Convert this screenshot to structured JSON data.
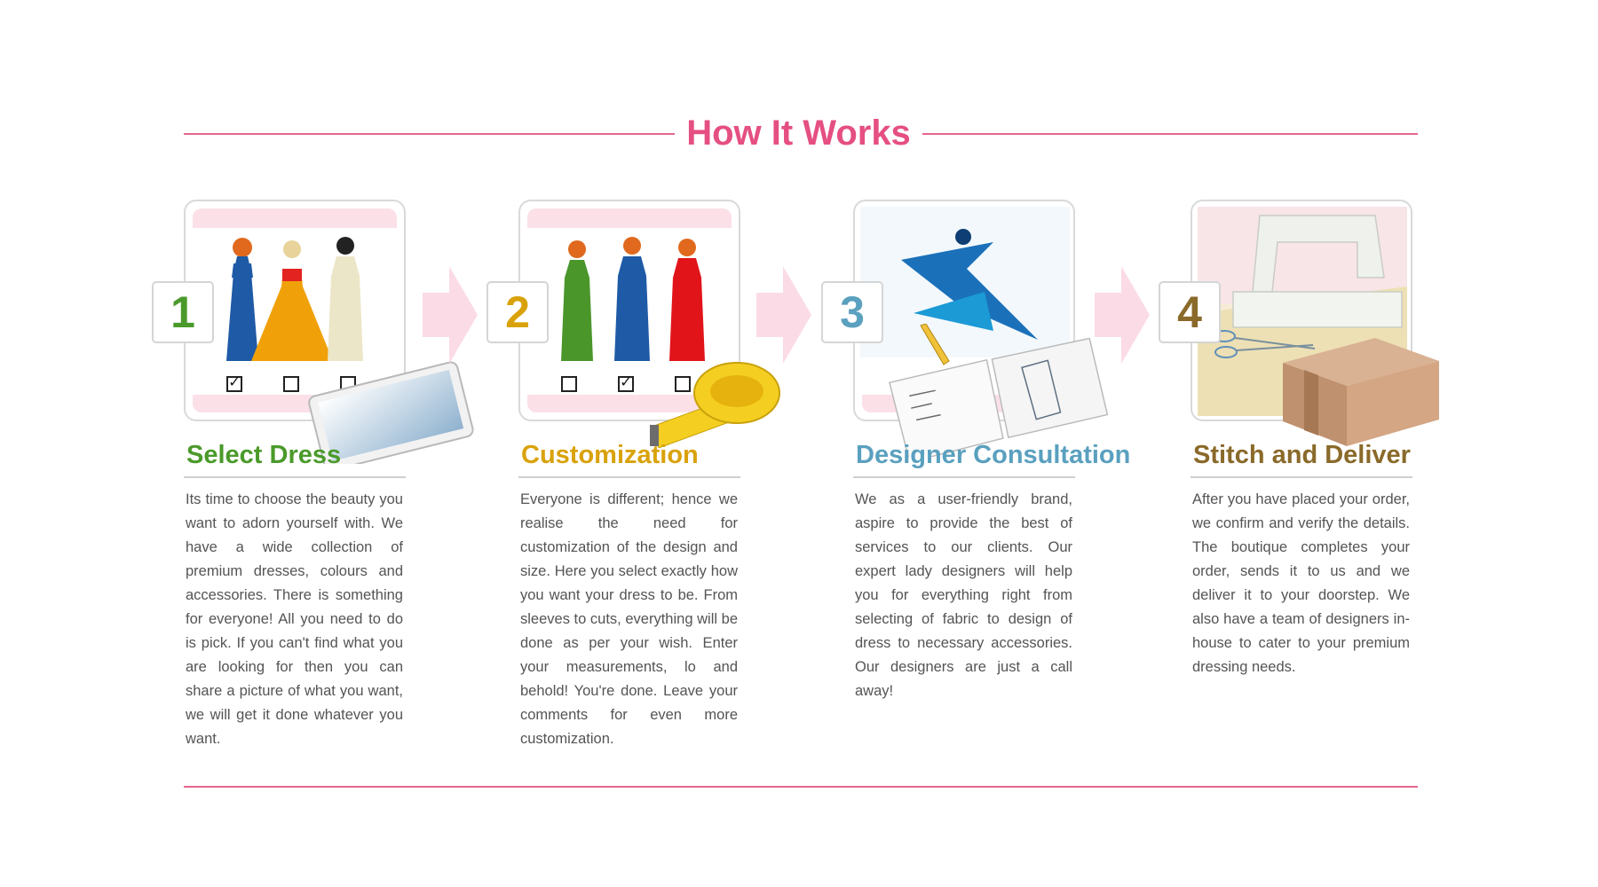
{
  "page": {
    "title": "How It Works",
    "accent_color": "#e8658c"
  },
  "steps": [
    {
      "number": "1",
      "number_color": "#4a9a2b",
      "title": "Select Dress",
      "title_color": "#4a9a2b",
      "description": "Its time to choose the beauty you want to adorn yourself with. We have a wide collection of premium dresses, colours and accessories. There is something for everyone! All you need to do is pick. If you can't find what you are looking for then you can share a picture of what you want, we will get it done whatever you want.",
      "icons": [
        "dresses-icon",
        "checkboxes-icon",
        "tablet-icon"
      ]
    },
    {
      "number": "2",
      "number_color": "#d9a20a",
      "title": "Customization",
      "title_color": "#d9a20a",
      "description": "Everyone is different; hence we realise the need for customization of the design and size. Here you select exactly how you want your dress to be. From sleeves to cuts, everything will be done as per your wish. Enter your measurements, lo and behold! You're done. Leave your comments for even more customization.",
      "icons": [
        "dresses-icon",
        "checkboxes-icon",
        "measuring-tape-icon"
      ]
    },
    {
      "number": "3",
      "number_color": "#5aa0bf",
      "title": "Designer Consultation",
      "title_color": "#5aa0bf",
      "description": "We as a user-friendly brand, aspire to provide the best of services to our clients. Our expert lady designers will help you for everything right from selecting of fabric to design of dress to necessary accessories. Our designers are just a call away!",
      "icons": [
        "fashion-sketch-icon",
        "sketchbook-icon",
        "pencil-icon"
      ]
    },
    {
      "number": "4",
      "number_color": "#8a6a2a",
      "title": "Stitch and Deliver",
      "title_color": "#8a6a2a",
      "description": "After you have placed your order, we confirm and verify the details. The boutique completes your order, sends it to us and we deliver it to your doorstep. We also have a team of designers in-house to cater to your premium dressing needs.",
      "icons": [
        "sewing-machine-icon",
        "scissors-icon",
        "parcel-box-icon"
      ]
    }
  ]
}
